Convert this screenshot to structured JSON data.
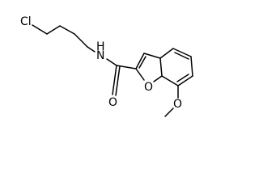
{
  "molecule": {
    "atoms": {
      "cl": "Cl",
      "n": "N",
      "h": "H",
      "o_carbonyl": "O",
      "o_ring": "O",
      "o_methoxy": "O"
    }
  }
}
